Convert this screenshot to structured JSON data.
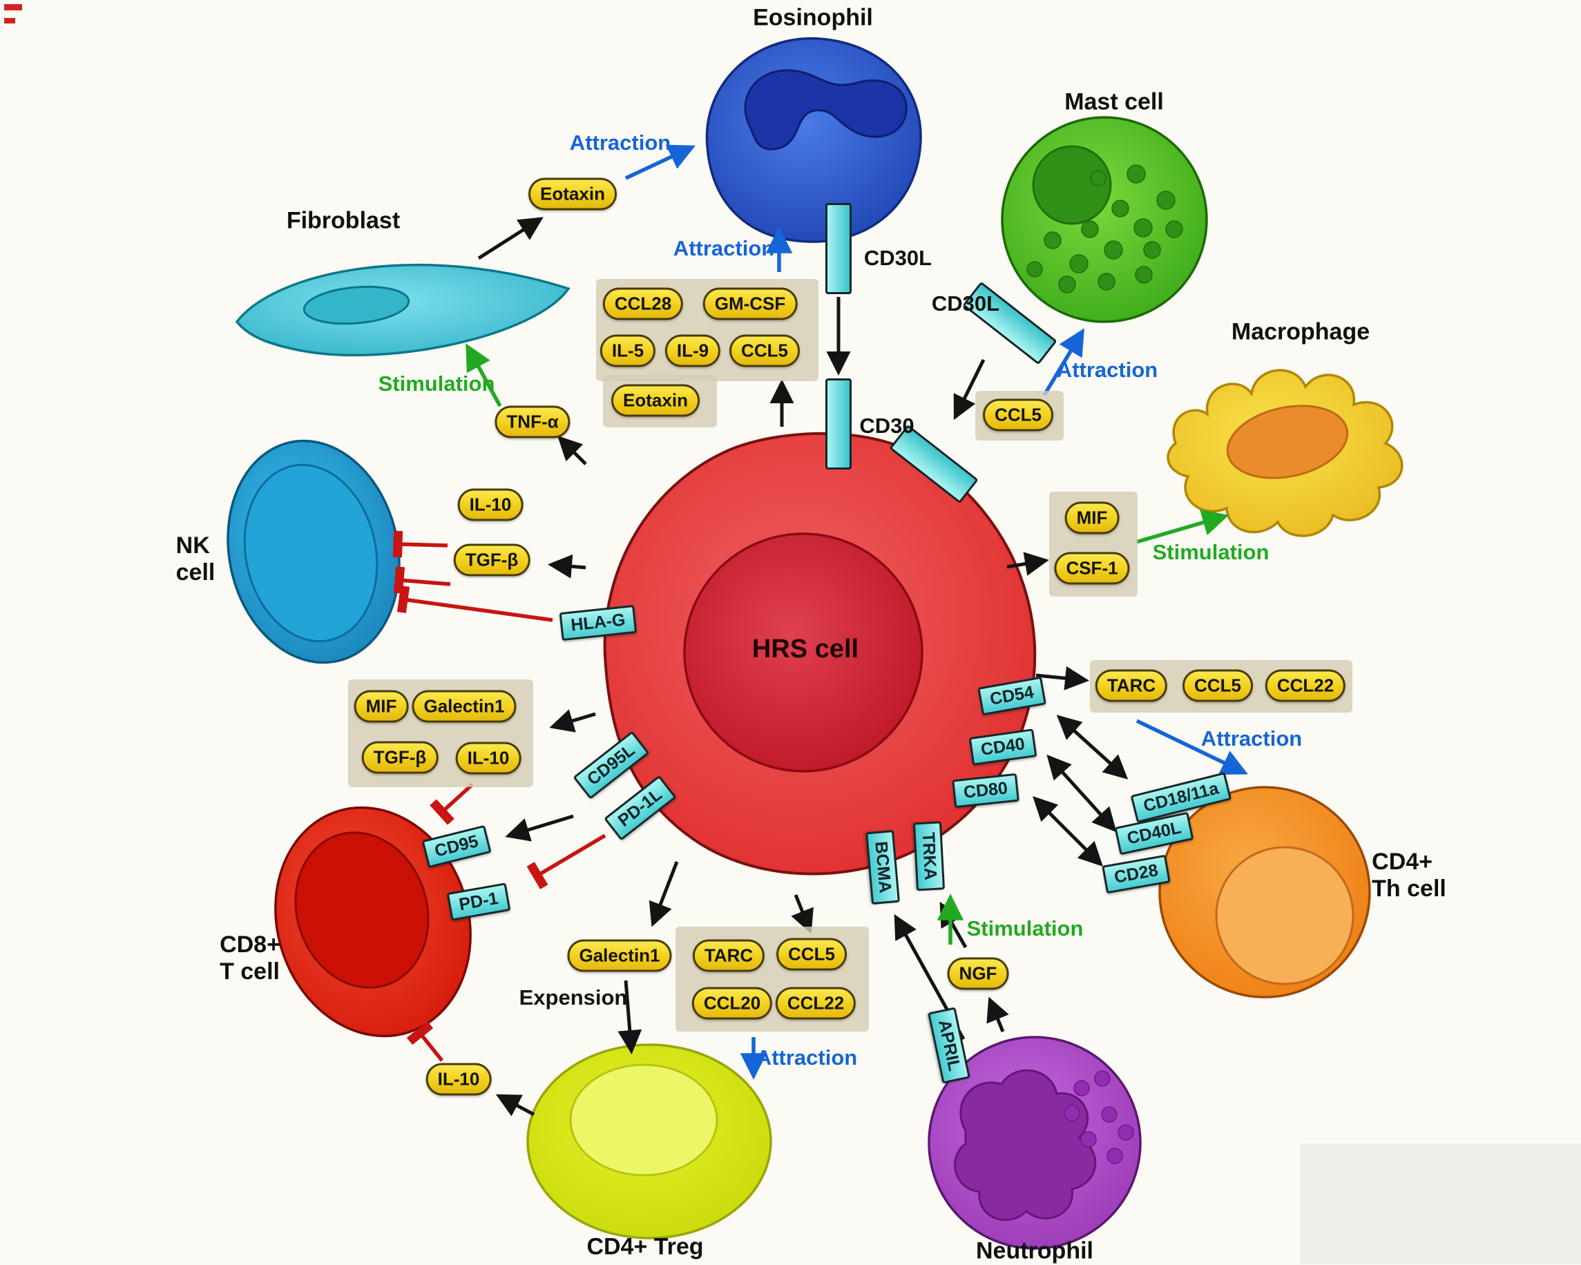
{
  "cells": {
    "hrs": {
      "label": "HRS cell"
    },
    "eosinophil": {
      "label": "Eosinophil"
    },
    "mast": {
      "label": "Mast cell"
    },
    "macrophage": {
      "label": "Macrophage"
    },
    "cd4_th": {
      "line1": "CD4+",
      "line2": "Th cell"
    },
    "neutrophil": {
      "label": "Neutrophil"
    },
    "treg": {
      "label": "CD4+ Treg"
    },
    "cd8_t": {
      "line1": "CD8+",
      "line2": "T cell"
    },
    "nk": {
      "line1": "NK",
      "line2": "cell"
    },
    "fibroblast": {
      "label": "Fibroblast"
    }
  },
  "molecules": {
    "eotaxin_fibroblast": "Eotaxin",
    "tnf_alpha": "TNF-α",
    "il10_nk": "IL-10",
    "tgfb_nk": "TGF-β",
    "ccl28": "CCL28",
    "gm_csf": "GM-CSF",
    "il5": "IL-5",
    "il9": "IL-9",
    "ccl5_eosinophil": "CCL5",
    "eotaxin_eosinophil": "Eotaxin",
    "ccl5_mast": "CCL5",
    "mif_macrophage": "MIF",
    "csf1": "CSF-1",
    "tarc_th": "TARC",
    "ccl5_th": "CCL5",
    "ccl22_th": "CCL22",
    "mif_cd8": "MIF",
    "galectin1_cd8": "Galectin1",
    "tgfb_cd8": "TGF-β",
    "il10_cd8": "IL-10",
    "galectin1_treg": "Galectin1",
    "tarc_treg": "TARC",
    "ccl5_treg": "CCL5",
    "ccl20": "CCL20",
    "ccl22_treg": "CCL22",
    "ngf": "NGF",
    "il10_treg": "IL-10"
  },
  "receptors": {
    "cd30l_eosinophil": "CD30L",
    "cd30_top": "CD30",
    "cd30l_mast": "CD30L",
    "hla_g": "HLA-G",
    "cd95l": "CD95L",
    "pd1l": "PD-1L",
    "cd95": "CD95",
    "pd1": "PD-1",
    "cd54": "CD54",
    "cd40": "CD40",
    "cd80": "CD80",
    "cd18_11a": "CD18/11a",
    "cd40l": "CD40L",
    "cd28": "CD28",
    "bcma": "BCMA",
    "trka": "TRKA",
    "april": "APRIL"
  },
  "annotations": {
    "attraction": "Attraction",
    "stimulation": "Stimulation",
    "expansion": "Expension"
  },
  "colors": {
    "hrs_cell": "#e63946",
    "eosinophil": "#2a52c8",
    "mast_cell": "#4db827",
    "macrophage": "#f2cf2a",
    "cd4_th": "#f08c1e",
    "neutrophil": "#a94ac4",
    "treg": "#d6e61c",
    "cd8_t": "#e12a18",
    "nk": "#29a8dc",
    "fibroblast": "#5cd3e0",
    "receptor_bar": "#5adfe2",
    "molecule_pill": "#f6d822",
    "attraction_arrow": "#1565d8",
    "stimulation_arrow": "#21aa21",
    "inhibition_line": "#c81414"
  }
}
